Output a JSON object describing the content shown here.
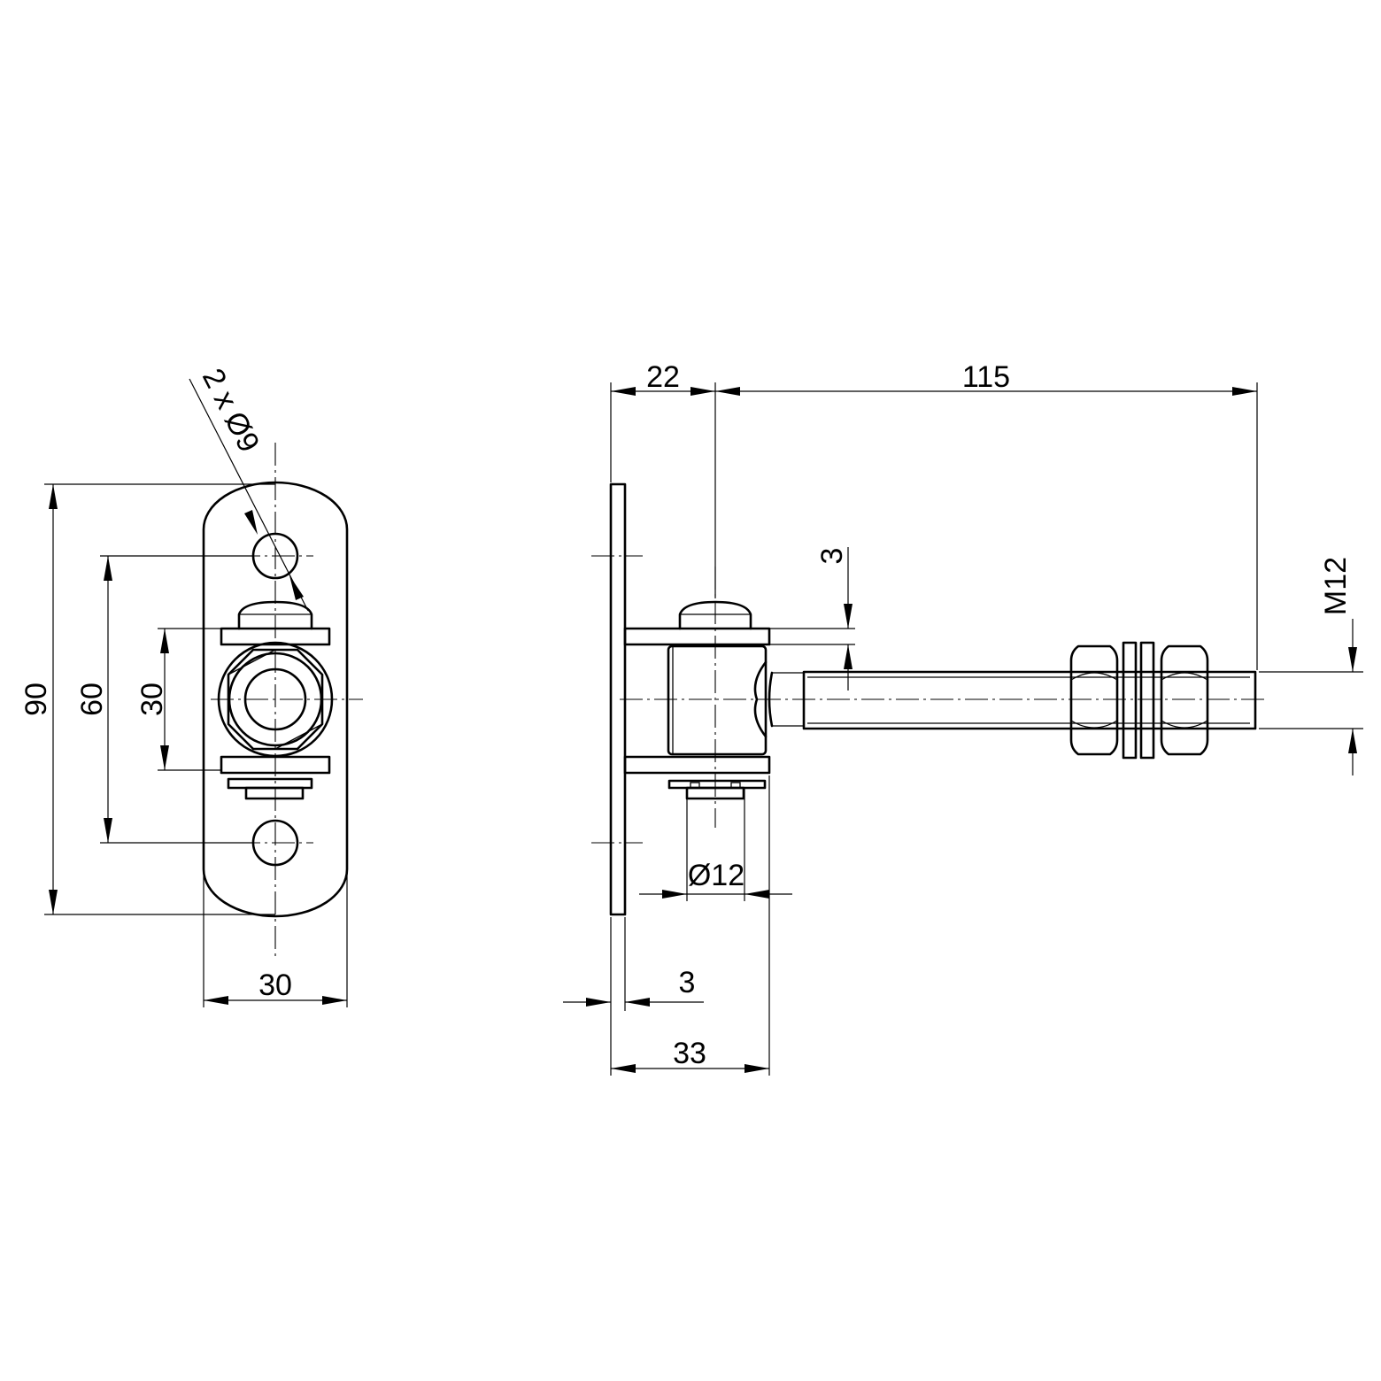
{
  "front_view": {
    "dim_height": "90",
    "dim_hole_spacing": "60",
    "dim_leaf": "30",
    "dim_width": "30",
    "dim_holes": "2 x Ø9"
  },
  "side_view": {
    "dim_pin_offset": "22",
    "dim_bolt_length": "115",
    "dim_leaf_gap": "3",
    "dim_thread": "M12",
    "dim_pin_diameter": "Ø12",
    "dim_plate_thickness": "3",
    "dim_depth": "33"
  }
}
